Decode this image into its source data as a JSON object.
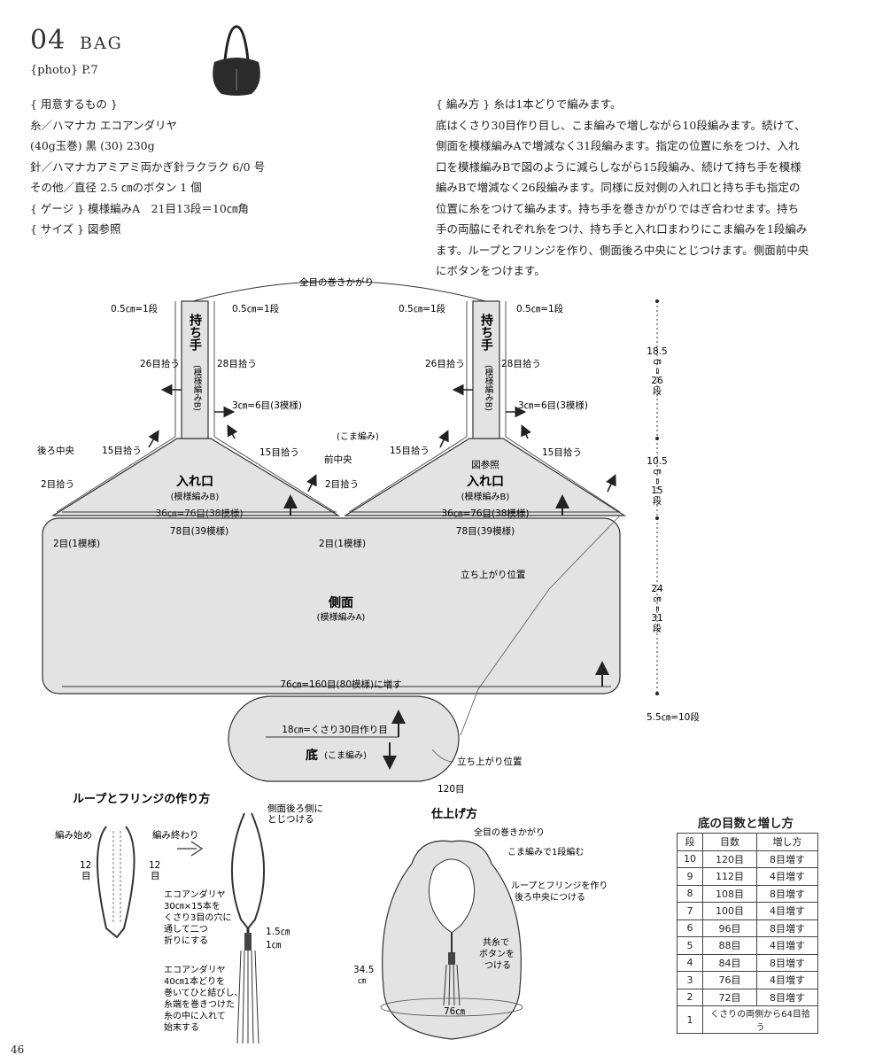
{
  "header": {
    "number": "04",
    "title": "BAG"
  },
  "photo_ref": "{photo} P.7",
  "materials": {
    "lines": [
      "{ 用意するもの }",
      "糸／ハマナカ エコアンダリヤ",
      "(40g玉巻) 黒 (30) 230g",
      "針／ハマナカアミアミ両かぎ針ラクラク 6/0 号",
      "その他／直径 2.5 ㎝のボタン 1 個",
      "{ ゲージ } 模様編みA　21目13段＝10㎝角",
      "{ サイズ } 図参照"
    ]
  },
  "method": {
    "lines": [
      "{ 編み方 } 糸は1本どりで編みます。",
      "底はくさり30目作り目し、こま編みで増しながら10段編みます。続けて、",
      "側面を模様編みAで増減なく31段編みます。指定の位置に糸をつけ、入れ",
      "口を模様編みBで図のように減らしながら15段編み、続けて持ち手を模様",
      "編みBで増減なく26段編みます。同様に反対側の入れ口と持ち手も指定の",
      "位置に糸をつけて編みます。持ち手を巻きかがりではぎ合わせます。持ち",
      "手の両脇にそれぞれ糸をつけ、持ち手と入れ口まわりにこま編みを1段編み",
      "ます。ループとフリンジを作り、側面後ろ中央にとじつけます。側面前中央",
      "にボタンをつけます。"
    ]
  },
  "diagram": {
    "top_join": "全目の巻きかがり",
    "half_cm": "0.5㎝=1段",
    "handle": "持ち手",
    "handle_pattern": "(模様編みB)",
    "pick_26": "26目拾う",
    "pick_28": "28目拾う",
    "three_cm": "3㎝=6目(3模様)",
    "pick_15": "15目拾う",
    "back_center": "後ろ中央",
    "front_center": "前中央",
    "pick_2": "2目拾う",
    "sc_note": "(こま編み)",
    "see_fig": "図参照",
    "opening": "入れ口",
    "opening_pattern": "(模様編みB)",
    "width_36": "36㎝=76目(38模様)",
    "st_78": "78目(39模様)",
    "st_2": "2目(1模様)",
    "rise_pos": "立ち上がり位置",
    "side": "側面",
    "side_pattern": "(模様編みA)",
    "width_76": "76㎝=160目(80模様)に増す",
    "chain_18": "18㎝=くさり30目作り目",
    "bottom": "底",
    "bottom_sc": "(こま編み)",
    "st_120": "120目",
    "h_185": "18.5",
    "h_105": "10.5",
    "h_24": "24",
    "cm": "㎝",
    "eq": "॥",
    "v_26": "26",
    "v_15": "15",
    "v_31": "31",
    "dan": "段",
    "h_55": "5.5㎝=10段"
  },
  "loop": {
    "title": "ループとフリンジの作り方",
    "start": "編み始め",
    "end": "編み終わり",
    "twelve": "12",
    "me": "目",
    "sew_note_1": "側面後ろ側に",
    "sew_note_2": "とじつける",
    "eco_1": [
      "エコアンダリヤ",
      "30㎝×15本を",
      "くさり3目の穴に",
      "通して二つ",
      "折りにする"
    ],
    "eco_2": [
      "エコアンダリヤ",
      "40㎝1本どりを",
      "巻いてひと結びし、",
      "糸端を巻きつけた",
      "糸の中に入れて",
      "始末する"
    ],
    "d15": "1.5㎝",
    "d1": "1㎝"
  },
  "finish": {
    "title": "仕上げ方",
    "join": "全目の巻きかがり",
    "sc_round": "こま編みで1段編む",
    "loop_1": "ループとフリンジを作り",
    "loop_2": "後ろ中央につける",
    "button_1": "共糸で",
    "button_2": "ボタンを",
    "button_3": "つける",
    "h_345": "34.5",
    "cm": "㎝",
    "w_76": "76㎝"
  },
  "increase_table": {
    "title": "底の目数と増し方",
    "headers": [
      "段",
      "目数",
      "増し方"
    ],
    "rows": [
      [
        "10",
        "120目",
        "8目増す"
      ],
      [
        "9",
        "112目",
        "4目増す"
      ],
      [
        "8",
        "108目",
        "8目増す"
      ],
      [
        "7",
        "100目",
        "4目増す"
      ],
      [
        "6",
        "96目",
        "8目増す"
      ],
      [
        "5",
        "88目",
        "4目増す"
      ],
      [
        "4",
        "84目",
        "8目増す"
      ],
      [
        "3",
        "76目",
        "4目増す"
      ],
      [
        "2",
        "72目",
        "8目増す"
      ],
      [
        "1",
        "くさりの両側から64目拾う",
        ""
      ]
    ]
  },
  "page_number": "46"
}
